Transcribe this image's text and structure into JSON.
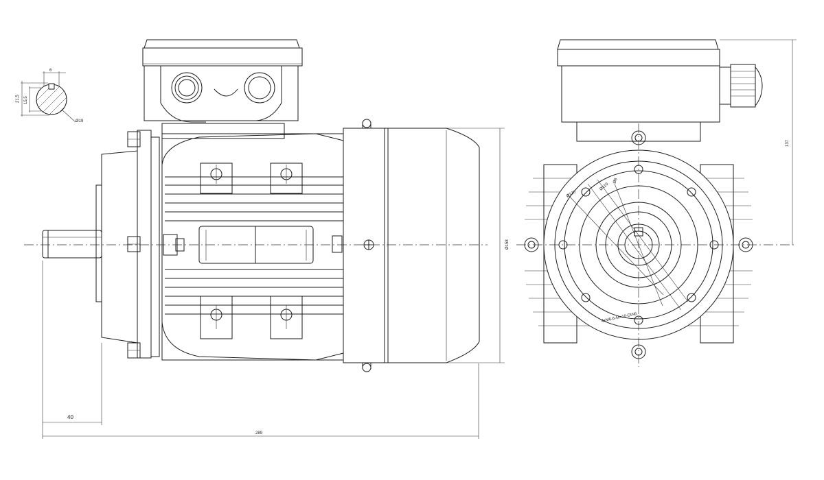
{
  "dimensions": {
    "shaft_key_width": "6",
    "shaft_height_outer": "21,5",
    "shaft_height_inner": "15,5",
    "shaft_diameter": "Ø19",
    "shaft_length": "40",
    "overall_length": "289",
    "flange_diameter": "Ø158",
    "terminal_box_height": "137",
    "bolt_circle_label": "Ø130",
    "spigot_label": "Ø110",
    "bore_label": "Ø8",
    "thread_label": "4xM6-6-M=10-DIN6"
  }
}
